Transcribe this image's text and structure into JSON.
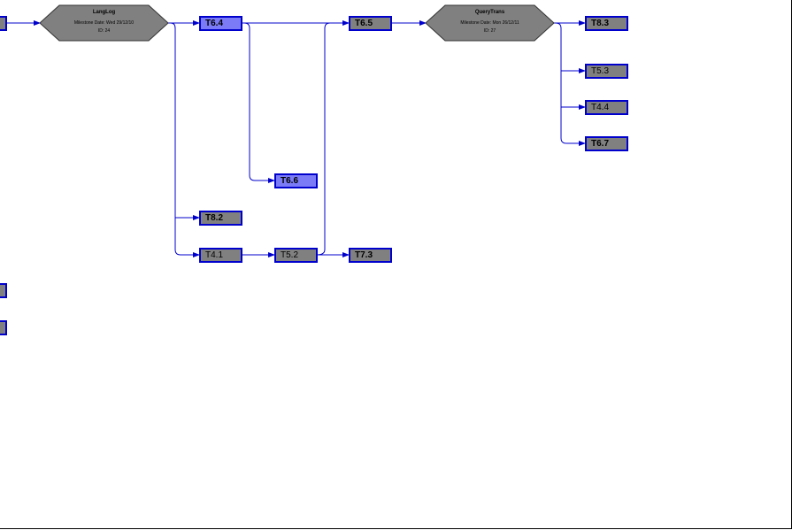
{
  "milestones": [
    {
      "id": "langlog",
      "title": "LangLog",
      "date": "Milestone Date: Wed 29/12/10",
      "ref": "ID: 24"
    },
    {
      "id": "querytrans",
      "title": "QueryTrans",
      "date": "Milestone Date: Mon 26/12/11",
      "ref": "ID: 27"
    }
  ],
  "tasks": [
    {
      "id": "T6.4",
      "label": "T6.4",
      "highlight": true
    },
    {
      "id": "T6.5",
      "label": "T6.5",
      "highlight": false
    },
    {
      "id": "T8.3",
      "label": "T8.3",
      "highlight": false
    },
    {
      "id": "T5.3",
      "label": "T5.3",
      "highlight": false
    },
    {
      "id": "T4.4",
      "label": "T4.4",
      "highlight": false
    },
    {
      "id": "T6.7",
      "label": "T6.7",
      "highlight": false
    },
    {
      "id": "T6.6",
      "label": "T6.6",
      "highlight": true
    },
    {
      "id": "T8.2",
      "label": "T8.2",
      "highlight": false
    },
    {
      "id": "T4.1",
      "label": "T4.1",
      "highlight": false
    },
    {
      "id": "T5.2",
      "label": "T5.2",
      "highlight": false
    },
    {
      "id": "T7.3",
      "label": "T7.3",
      "highlight": false
    }
  ],
  "colors": {
    "edge": "#0000cc",
    "node_default": "#808080",
    "node_highlight": "#7b7bf7",
    "node_border": "#0000cc",
    "background": "#ffffff"
  }
}
